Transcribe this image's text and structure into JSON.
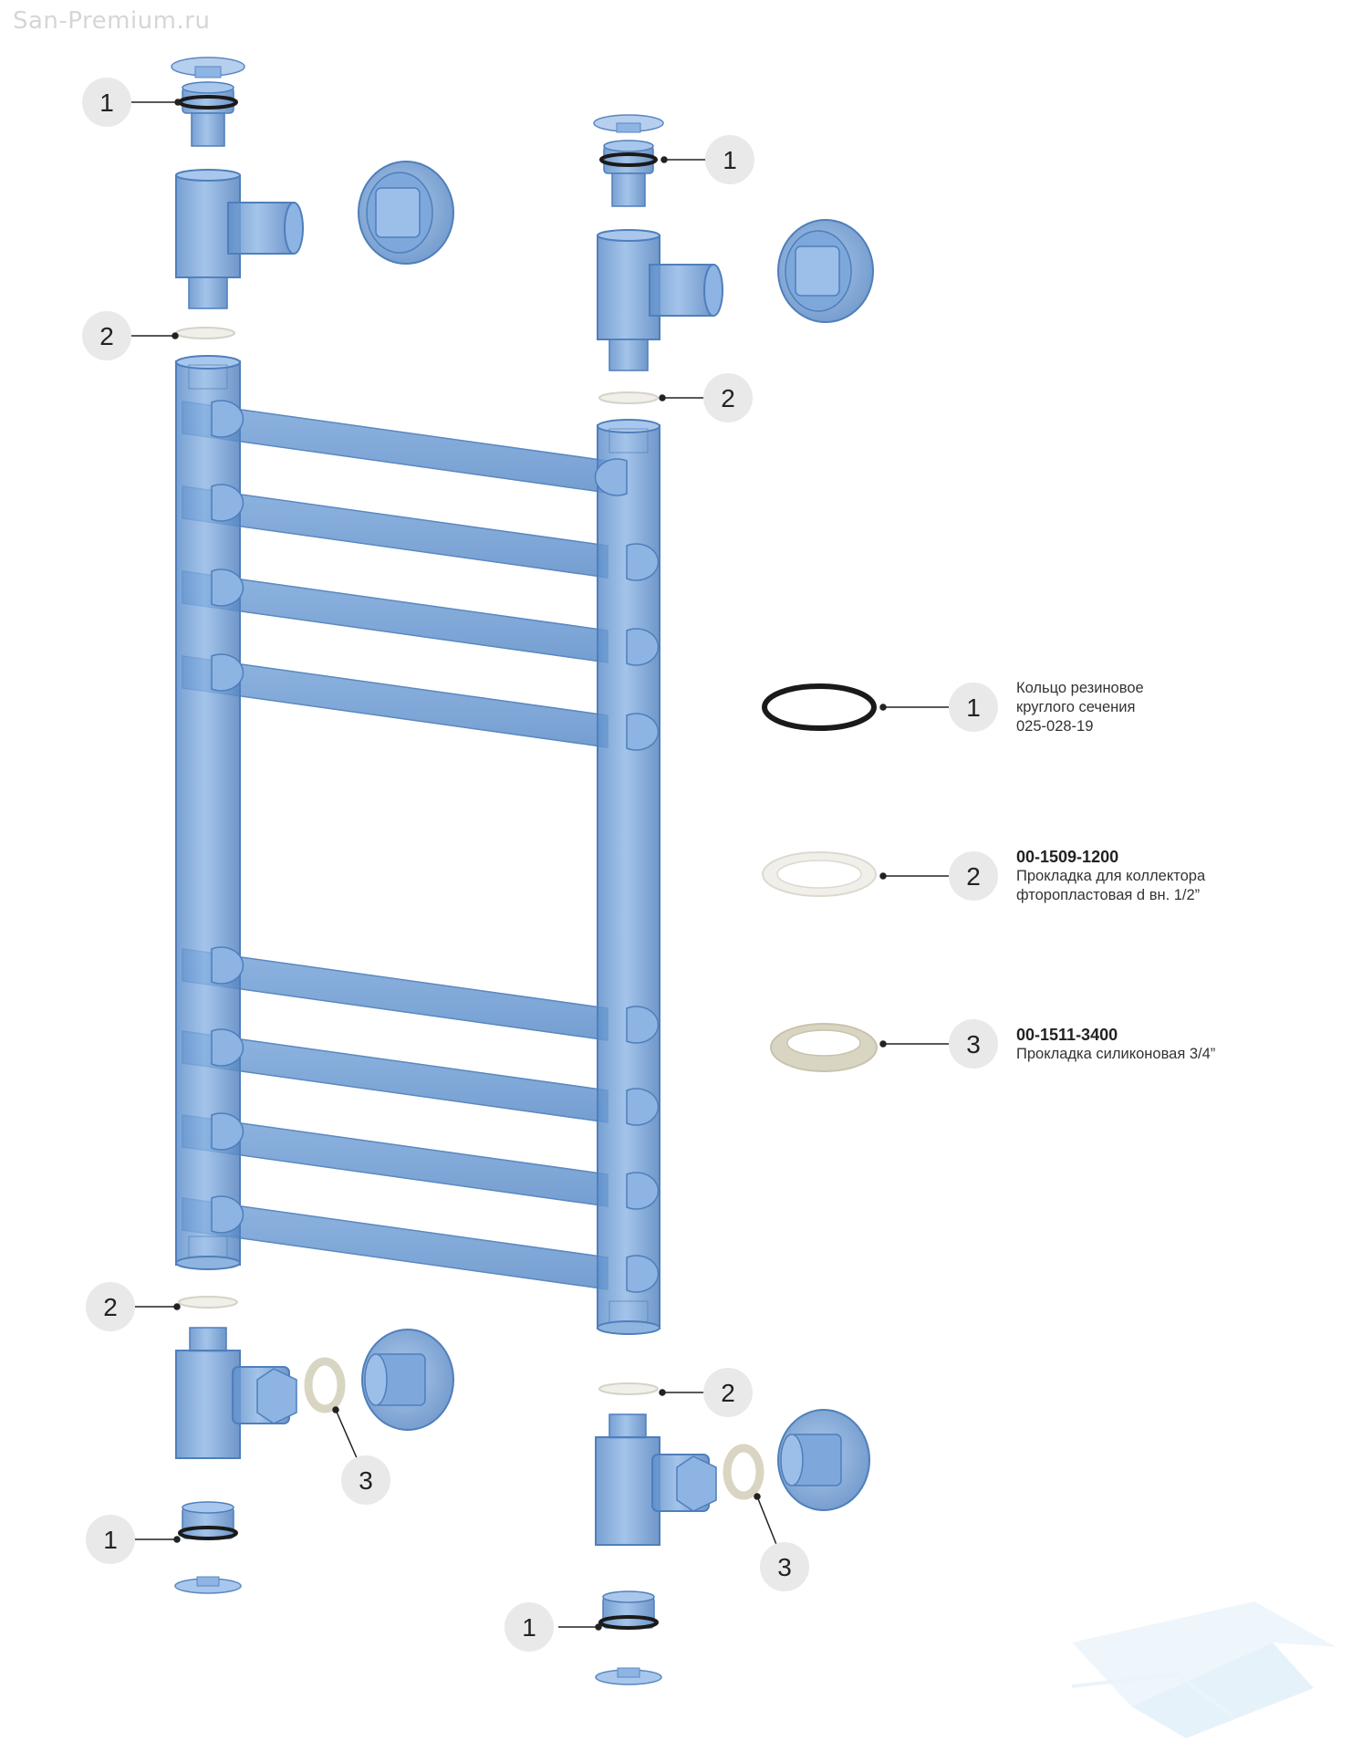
{
  "watermark": "San-Premium.ru",
  "callout_numbers": {
    "one": "1",
    "two": "2",
    "three": "3"
  },
  "legend": [
    {
      "number": "1",
      "code": "",
      "lines": [
        "Кольцо резиновое",
        "круглого сечения",
        "025-028-19"
      ]
    },
    {
      "number": "2",
      "code": "00-1509-1200",
      "lines": [
        "Прокладка для коллектора",
        "фторопластовая d вн. 1/2”"
      ]
    },
    {
      "number": "3",
      "code": "00-1511-3400",
      "lines": [
        "Прокладка силиконовая 3/4”"
      ]
    }
  ],
  "colors": {
    "part_blue": "#6f9fd6",
    "part_blue_dark": "#4f82bd",
    "callout_circle": "#e9e9e9",
    "oring": "#1a1a1a",
    "gasket_white": "#f1efe9",
    "gasket_silicone": "#d9d5c3"
  }
}
